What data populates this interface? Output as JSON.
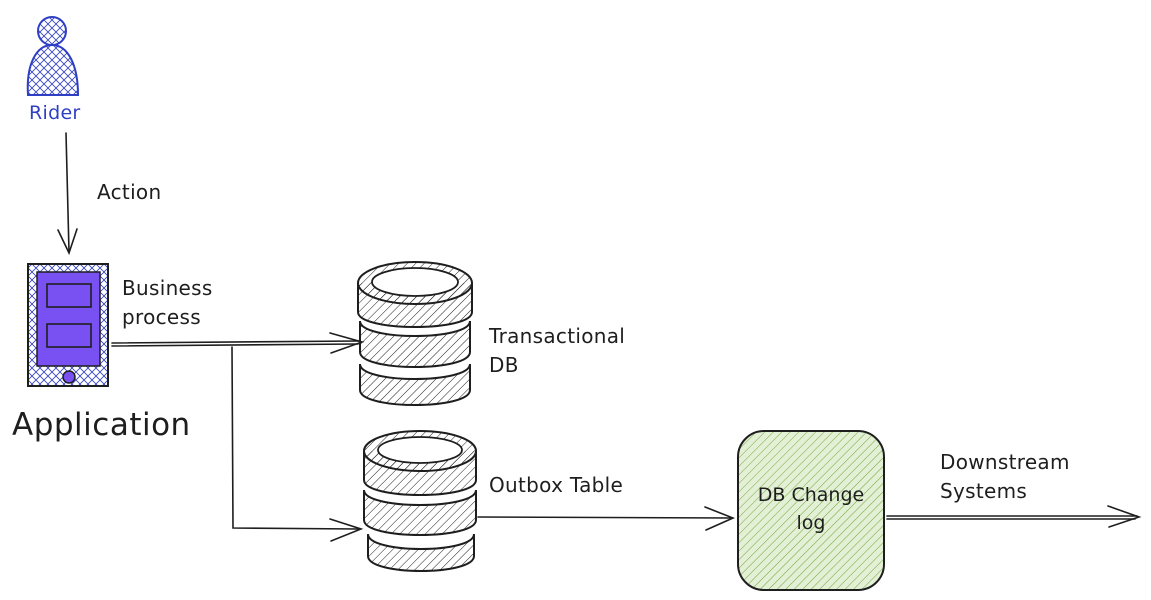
{
  "actor": {
    "label": "Rider",
    "icon": "user-icon",
    "color": "#2f3fc4"
  },
  "edges": {
    "action": "Action",
    "business_process": "Business\nprocess",
    "downstream": "Downstream\nSystems"
  },
  "nodes": {
    "application": {
      "label": "Application",
      "icon": "phone-icon",
      "fill": "#7950f2"
    },
    "transactional_db": {
      "label": "Transactional\nDB",
      "icon": "database-icon"
    },
    "outbox_table": {
      "label": "Outbox Table",
      "icon": "database-icon"
    },
    "db_change_log": {
      "label": "DB Change\nlog",
      "fill": "#b2d58a",
      "stroke": "#1e1e1e"
    }
  }
}
